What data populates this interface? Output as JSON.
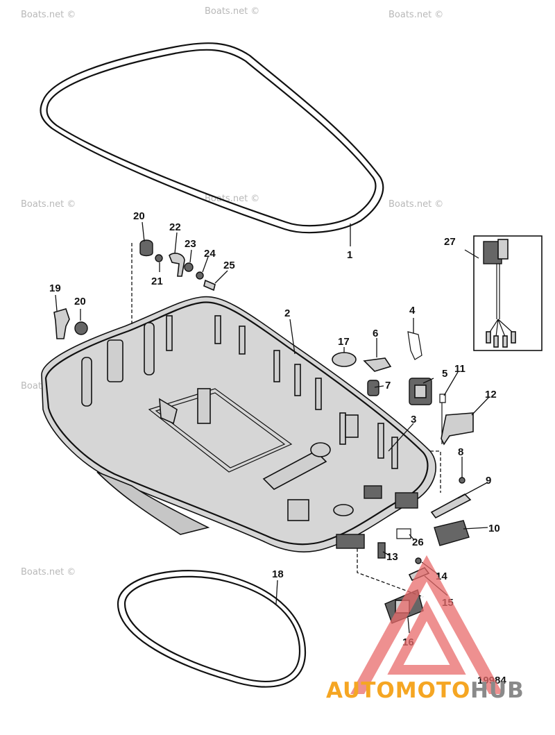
{
  "watermarks": [
    "Boats.net ©",
    "Boats.net ©",
    "Boats.net ©",
    "Boats.net ©",
    "Boats.net ©",
    "Boats.net ©",
    "Boats.net ©",
    "Boats.net ©"
  ],
  "callouts": {
    "c1": "1",
    "c2": "2",
    "c3": "3",
    "c4": "4",
    "c5": "5",
    "c6": "6",
    "c7": "7",
    "c8": "8",
    "c9": "9",
    "c10": "10",
    "c11": "11",
    "c12": "12",
    "c13": "13",
    "c14": "14",
    "c15": "15",
    "c16": "16",
    "c17": "17",
    "c18": "18",
    "c19": "19",
    "c20a": "20",
    "c20b": "20",
    "c21": "21",
    "c22": "22",
    "c23": "23",
    "c24": "24",
    "c25": "25",
    "c26": "26",
    "c27": "27"
  },
  "figure_number": "19984",
  "logo": {
    "part1": "AUTOMOTO",
    "part2": "HUB",
    "color1": "#f5a623",
    "color2": "#8a8a8a",
    "triangle_color": "#e86b6b"
  }
}
